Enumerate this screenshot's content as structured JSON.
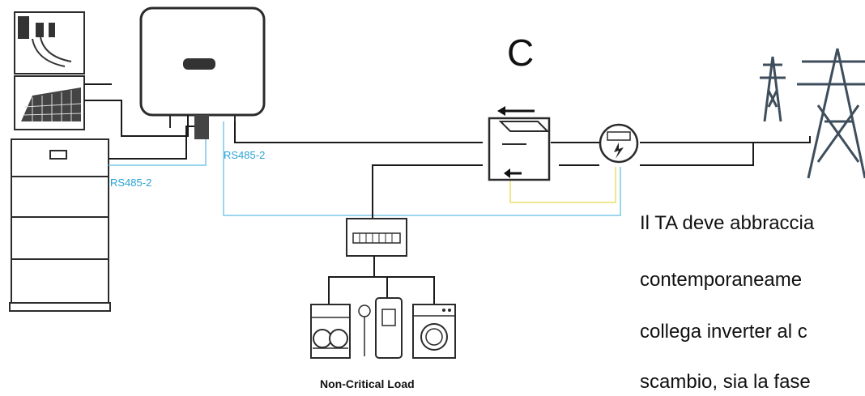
{
  "labels": {
    "section_letter": "C",
    "rs485_inverter": "RS485-2",
    "rs485_battery": "RS485-2",
    "non_critical_load": "Non-Critical Load"
  },
  "note_lines": [
    "Il TA deve abbraccia",
    "contemporaneame",
    "collega inverter al c",
    "scambio, sia la fase"
  ],
  "colors": {
    "line": "#1a1a1a",
    "communication_cable": "#7cc8e8",
    "ct_signal_cable": "#e8e06a",
    "device_outline": "#2b2b2b",
    "tower": "#3f4e5c"
  },
  "icons": [
    "solar-panel-icon",
    "inverter-icon",
    "battery-icon",
    "current-transformer-icon",
    "energy-meter-icon",
    "distribution-board-icon",
    "dishwasher-icon",
    "water-heater-icon",
    "washing-machine-icon",
    "transmission-tower-icon"
  ]
}
